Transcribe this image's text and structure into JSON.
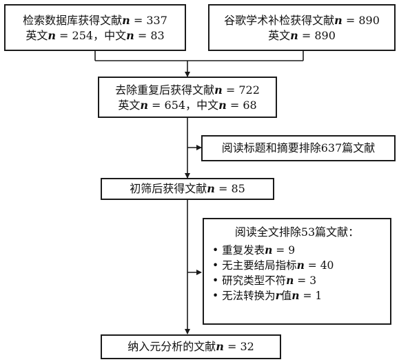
{
  "box1": {
    "line1": {
      "a": "检索数据库获得文献",
      "b": "n",
      "c": " = 337"
    },
    "line2": {
      "a": "英文",
      "b": "n",
      "c": " = 254，中文",
      "d": "n",
      "e": " = 83"
    }
  },
  "box2": {
    "line1": {
      "a": "谷歌学术补检获得文献",
      "b": "n",
      "c": " = 890"
    },
    "line2": {
      "a": "英文",
      "b": "n",
      "c": " = 890"
    }
  },
  "box3": {
    "line1": {
      "a": "去除重复后获得文献",
      "b": "n",
      "c": " = 722"
    },
    "line2": {
      "a": "英文",
      "b": "n",
      "c": " = 654，中文",
      "d": "n",
      "e": " = 68"
    }
  },
  "box4": {
    "line1": {
      "a": "阅读标题和摘要排除637篇文献"
    }
  },
  "box5": {
    "line1": {
      "a": "初筛后获得文献",
      "b": "n",
      "c": " = 85"
    }
  },
  "box6": {
    "title": "阅读全文排除53篇文献：",
    "items": [
      {
        "a": "• 重复发表",
        "b": "n",
        "c": " = 9"
      },
      {
        "a": "• 无主要结局指标",
        "b": "n",
        "c": " = 40"
      },
      {
        "a": "• 研究类型不符",
        "b": "n",
        "c": " = 3"
      },
      {
        "a": "• 无法转换为",
        "r": "r",
        "a2": "值",
        "b": "n",
        "c": " = 1"
      }
    ]
  },
  "box7": {
    "line1": {
      "a": "纳入元分析的文献",
      "b": "n",
      "c": " = 32"
    }
  }
}
